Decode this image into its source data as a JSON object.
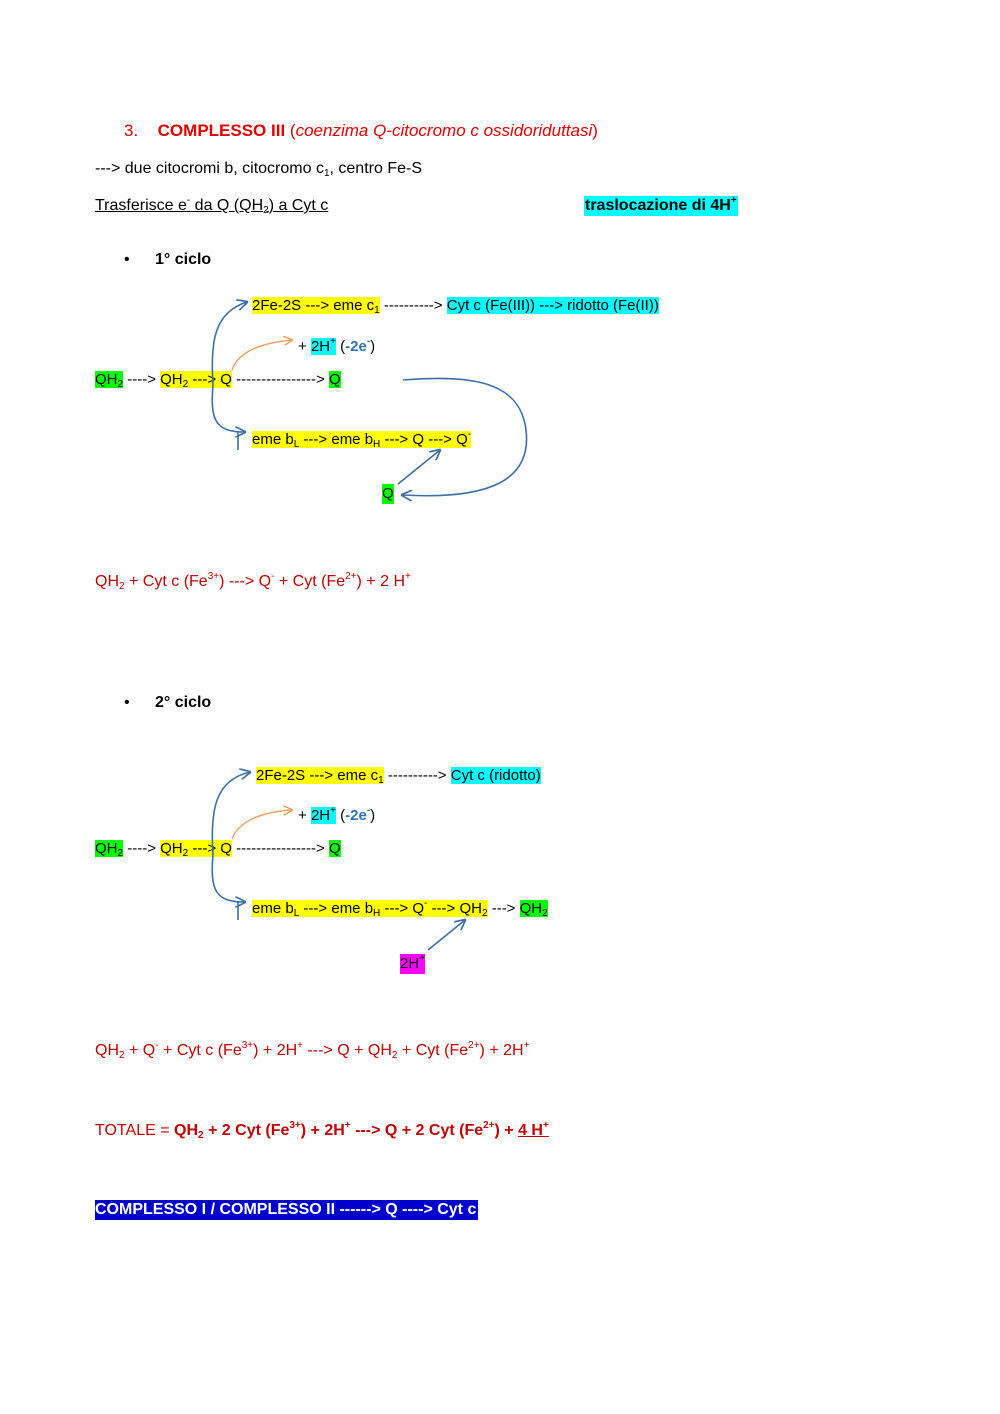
{
  "heading": {
    "number": "3.",
    "title": "COMPLESSO III",
    "paren_open": "(",
    "subtitle": "coenzima Q-citocromo c ossidoriduttasi",
    "paren_close": ")"
  },
  "line2": {
    "prefix": "---> due citocromi b, citocromo c",
    "sub1": "1",
    "suffix": ", centro Fe-S"
  },
  "line3": {
    "a": "Trasferisce e",
    "a_sup": "-",
    "b": " da Q (QH",
    "b_sub": "2",
    "c": ") a Cyt c",
    "badge": "traslocazione di 4H",
    "badge_sup": "+"
  },
  "cycle1": {
    "bullet": "•",
    "label": "1° ciclo",
    "top": {
      "box": "2Fe-2S ---> eme c",
      "box_sub": "1",
      "dash": " ----------> ",
      "cyt": "Cyt c (Fe(III)) ---> ridotto (Fe(II))"
    },
    "mid": {
      "plus": "+ ",
      "h": "2H",
      "h_sup": "+",
      "open": " (",
      "e": "-2e",
      "e_sup": "-",
      "close": ")"
    },
    "main": {
      "qh2a": "QH",
      "qh2a_sub": "2",
      "arrow1": " ----> ",
      "qh2b": "QH",
      "qh2b_sub": "2",
      "arrow2": " ---> Q",
      "arrow3": " ----------------> ",
      "q": "Q"
    },
    "bottom": {
      "a": "eme b",
      "a_sub": "L",
      "b": " ---> eme b",
      "b_sub": "H",
      "c": " ---> Q ---> Q",
      "c_sup": "-"
    },
    "q_low": "Q",
    "equation": {
      "a": "QH",
      "a_sub": "2",
      "b": " + Cyt c (Fe",
      "b_sup": "3+",
      "c": ") ---> Q",
      "c_sup": "-",
      "d": " + Cyt (Fe",
      "d_sup": "2+",
      "e": ") + 2 H",
      "e_sup": "+"
    }
  },
  "cycle2": {
    "bullet": "•",
    "label": "2° ciclo",
    "top": {
      "box": "2Fe-2S ---> eme c",
      "box_sub": "1",
      "dash": " ----------> ",
      "cyt": "Cyt c (ridotto)"
    },
    "mid": {
      "plus": "+ ",
      "h": "2H",
      "h_sup": "+",
      "open": " (",
      "e": "-2e",
      "e_sup": "-",
      "close": ")"
    },
    "main": {
      "qh2a": "QH",
      "qh2a_sub": "2",
      "arrow1": " ----> ",
      "qh2b": "QH",
      "qh2b_sub": "2",
      "arrow2": " ---> Q",
      "arrow3": " ----------------> ",
      "q": "Q"
    },
    "bottom": {
      "a": "eme b",
      "a_sub": "L",
      "b": " ---> eme b",
      "b_sub": "H",
      "c": " ---> Q",
      "c_sup": "-",
      "d": " ---> QH",
      "d_sub": "2",
      "arrow": " ---> ",
      "qh2": "QH",
      "qh2_sub": "2"
    },
    "h_low": "2H",
    "h_low_sup": "+",
    "equation": {
      "a": "QH",
      "a_sub": "2",
      "b": " + Q",
      "b_sup": "-",
      "c": " + Cyt c (Fe",
      "c_sup": "3+",
      "d": ") + 2H",
      "d_sup": "+",
      "e": " ---> Q + QH",
      "e_sub": "2",
      "f": " + Cyt (Fe",
      "f_sup": "2+",
      "g": ") + 2H",
      "g_sup": "+"
    }
  },
  "totale": {
    "label": "TOTALE = ",
    "a": "QH",
    "a_sub": "2",
    "b": " + 2 Cyt (Fe",
    "b_sup": "3+",
    "c": ") + 2H",
    "c_sup": "+",
    "d": " ---> Q + 2 Cyt (Fe",
    "d_sup": "2+",
    "e": ") + ",
    "f": "4 H",
    "f_sup": "+"
  },
  "footer": "COMPLESSO I / COMPLESSO II ------> Q ----> Cyt c"
}
